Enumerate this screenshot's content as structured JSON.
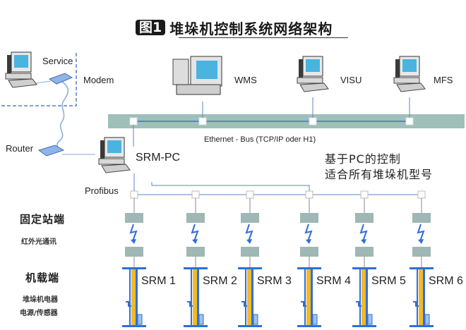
{
  "header": {
    "figure_badge": "图1",
    "title": "堆垛机控制系统网络架构"
  },
  "network": {
    "bus_label": "Ethernet - Bus (TCP/IP oder H1)",
    "bus_color": "#9fbfb9",
    "line_color": "#5a86c6",
    "nodes": [
      {
        "id": "service",
        "label": "Service"
      },
      {
        "id": "modem",
        "label": "Modem"
      },
      {
        "id": "router",
        "label": "Router"
      },
      {
        "id": "srm-pc",
        "label": "SRM-PC"
      },
      {
        "id": "profibus",
        "label": "Profibus"
      },
      {
        "id": "wms",
        "label": "WMS"
      },
      {
        "id": "visu",
        "label": "VISU"
      },
      {
        "id": "mfs",
        "label": "MFS"
      }
    ],
    "note_lines": [
      "基于PC的控制",
      "适合所有堆垛机型号"
    ]
  },
  "side_labels": {
    "fixed_station": "固定站端",
    "infrared": "红外光通讯",
    "onboard": "机载端",
    "stacker_electrical": "堆垛机电器",
    "power_sensor": "电源/传感器"
  },
  "srm_units": [
    {
      "label": "SRM 1"
    },
    {
      "label": "SRM 2"
    },
    {
      "label": "SRM 3"
    },
    {
      "label": "SRM 4"
    },
    {
      "label": "SRM 5"
    },
    {
      "label": "SRM 6"
    }
  ],
  "colors": {
    "module_gray": "#9fb7b5",
    "mast_yellow": "#f2b928",
    "mast_blue": "#2f6fd6",
    "screen_cyan": "#4ab3e0"
  }
}
